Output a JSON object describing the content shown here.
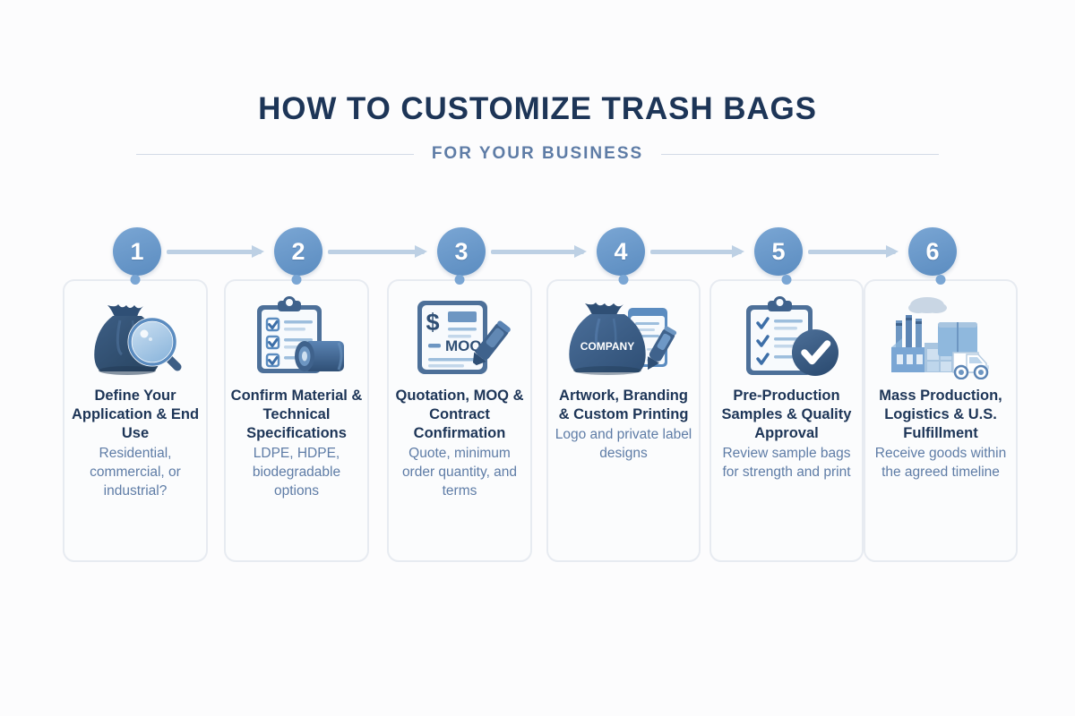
{
  "header": {
    "title": "HOW TO CUSTOMIZE TRASH BAGS",
    "subtitle": "FOR YOUR BUSINESS"
  },
  "colors": {
    "accent": "#5b8cc0",
    "accent_light": "#7aa6d4",
    "title_navy": "#1d3557",
    "body_blue": "#5e7ca6",
    "connector": "#bdd0e4",
    "card_border": "#e7ebf1",
    "background": "#fcfcfd",
    "icon_dark": "#2f4f75"
  },
  "steps": [
    {
      "number": "1",
      "title": "Define Your Application & End Use",
      "description": "Residential, commercial, or industrial?",
      "icon": "trash-bag-magnifier-icon"
    },
    {
      "number": "2",
      "title": "Confirm Material & Technical Specifications",
      "description": "LDPE, HDPE, biodegradable options",
      "icon": "clipboard-checklist-film-roll-icon"
    },
    {
      "number": "3",
      "title": "Quotation, MOQ & Contract Confirmation",
      "description": "Quote, minimum order quantity, and terms",
      "icon": "quotation-document-pen-icon",
      "icon_labels": {
        "currency": "$",
        "moq": "MOQ"
      }
    },
    {
      "number": "4",
      "title": "Artwork, Branding & Custom Printing",
      "description": "Logo and private label designs",
      "icon": "branded-bag-stylus-icon",
      "icon_labels": {
        "brand": "COMPANY"
      }
    },
    {
      "number": "5",
      "title": "Pre-Production Samples & Quality Approval",
      "description": "Review sample bags for strength and print",
      "icon": "clipboard-check-badge-icon"
    },
    {
      "number": "6",
      "title": "Mass Production, Logistics & U.S. Fulfillment",
      "description": "Receive goods within the agreed timeline",
      "icon": "factory-truck-icon"
    }
  ]
}
